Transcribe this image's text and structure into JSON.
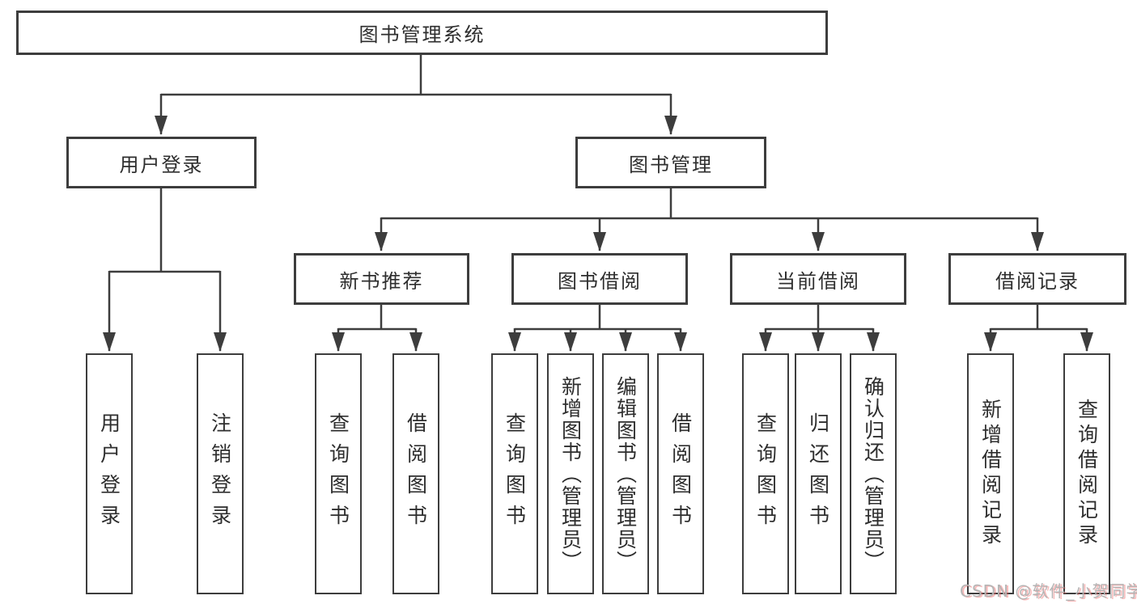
{
  "tree": {
    "label": "图书管理系统",
    "children": [
      {
        "label": "用户登录",
        "children": [
          {
            "label": "用户登录"
          },
          {
            "label": "注销登录"
          }
        ]
      },
      {
        "label": "图书管理",
        "children": [
          {
            "label": "新书推荐",
            "children": [
              {
                "label": "查询图书"
              },
              {
                "label": "借阅图书"
              }
            ]
          },
          {
            "label": "图书借阅",
            "children": [
              {
                "label": "查询图书"
              },
              {
                "label": "新增图书（管理员）"
              },
              {
                "label": "编辑图书（管理员）"
              },
              {
                "label": "借阅图书"
              }
            ]
          },
          {
            "label": "当前借阅",
            "children": [
              {
                "label": "查询图书"
              },
              {
                "label": "归还图书"
              },
              {
                "label": "确认归还（管理员）"
              }
            ]
          },
          {
            "label": "借阅记录",
            "children": [
              {
                "label": "新增借阅记录"
              },
              {
                "label": "查询借阅记录"
              }
            ]
          }
        ]
      }
    ]
  },
  "watermark": {
    "text": "CSDN @软件_小贺同学"
  },
  "colors": {
    "line": "#3d3d3d",
    "box_border": "#3d3d3d",
    "text": "#2e2e2e",
    "background": "#ffffff",
    "watermark_gray": "#b5b5b5",
    "watermark_shadow": "#f06464"
  }
}
